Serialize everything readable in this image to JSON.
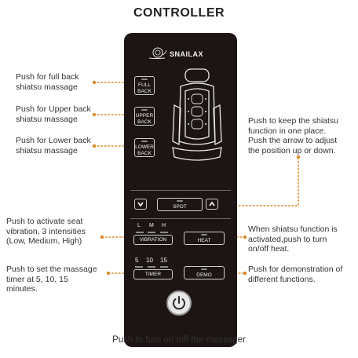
{
  "title": "CONTROLLER",
  "brand": "SNAILAX",
  "buttons": {
    "full_back": [
      "FULL",
      "BACK"
    ],
    "upper_back": [
      "UPPER",
      "BACK"
    ],
    "lower_back": [
      "LOWER",
      "BACK"
    ],
    "spot": "SPOT",
    "vibration": "VIBRATION",
    "heat": "HEAT",
    "timer": "TIMER",
    "demo": "DEMO"
  },
  "vibration_levels": [
    "L",
    "M",
    "H"
  ],
  "timer_values": [
    "5",
    "10",
    "15"
  ],
  "notes": {
    "full_back": [
      "Push for full back",
      "shiatsu massage"
    ],
    "upper_back": [
      "Push for Upper back",
      "shiatsu massage"
    ],
    "lower_back": [
      "Push for Lower back",
      "shiatsu massage"
    ],
    "spot": [
      "Push to keep the shiatsu",
      "function in one place.",
      "Push the arrow to adjust",
      "the position up or down."
    ],
    "vibration": [
      "Push to activate seat",
      "vibration, 3 intensities",
      "(Low, Medium, High)"
    ],
    "heat": [
      "When shiatsu function is",
      "activated,push to turn",
      "on/off heat."
    ],
    "timer": [
      "Push to set the massage",
      "timer at 5, 10, 15",
      "minutes."
    ],
    "demo": [
      "Push for demonstration of",
      "different functions."
    ],
    "power": "Push to turn on /off the massager"
  },
  "colors": {
    "panel": "#1c1513",
    "accent_dots": "#d9892b",
    "button_border": "#cfcfcf"
  },
  "icons": [
    "snail-logo-icon",
    "massage-chair-icon",
    "chevron-down-icon",
    "chevron-up-icon",
    "power-icon"
  ]
}
